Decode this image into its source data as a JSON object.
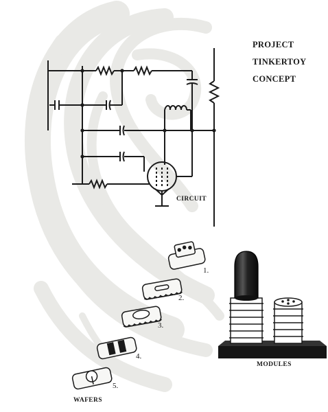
{
  "title": [
    "PROJECT",
    "TINKERTOY",
    "CONCEPT"
  ],
  "labels": {
    "circuit": "CIRCUIT",
    "modules": "MODULES",
    "wafers": "WAFERS"
  },
  "wafer_numbers": [
    "1.",
    "2.",
    "3.",
    "4.",
    "5."
  ],
  "colors": {
    "ink": "#1a1a1a",
    "swirl": "#e9e9e6",
    "wafer_fill": "#f7f7f5",
    "tube_glass": "#2b2b2b",
    "base_plate": "#151515"
  },
  "icons": [
    "resistor-icon",
    "capacitor-icon",
    "inductor-icon",
    "vacuum-tube-icon",
    "ground-icon"
  ]
}
